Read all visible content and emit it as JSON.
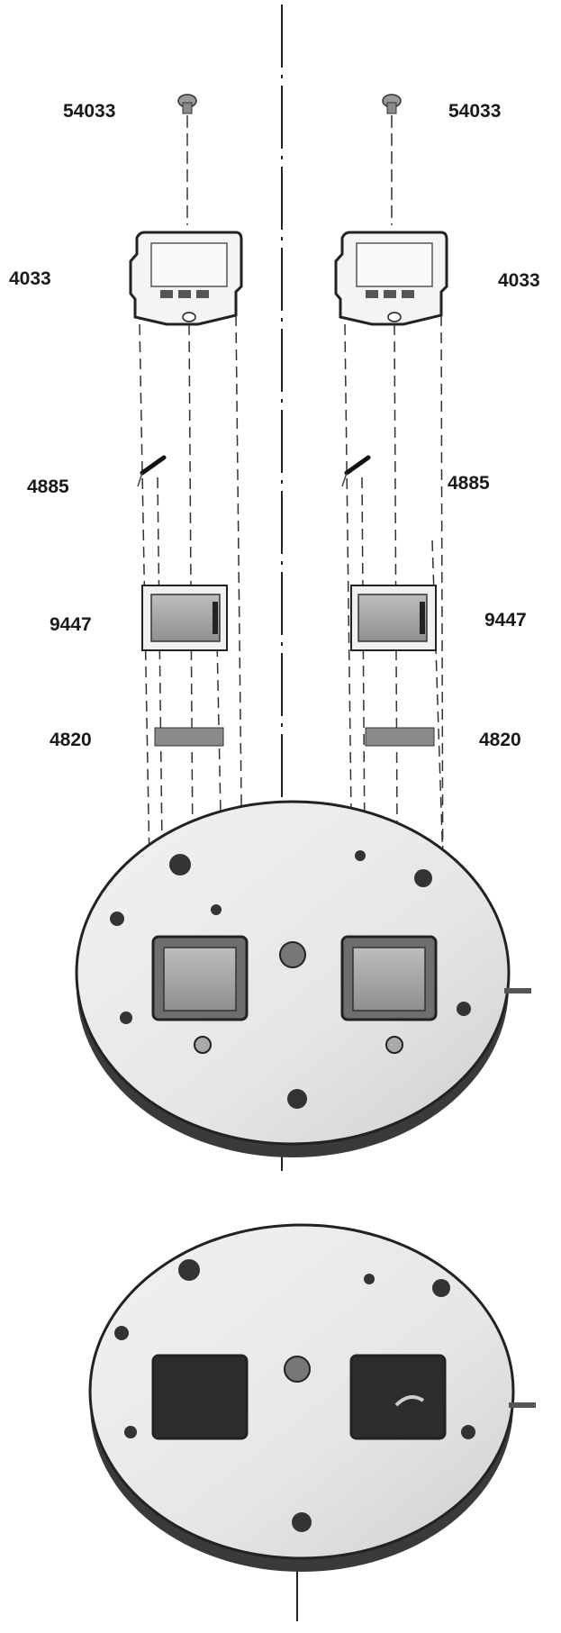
{
  "labels": {
    "screw_left": "54033",
    "screw_right": "54033",
    "bridge_left": "4033",
    "bridge_right": "4033",
    "spring_left": "4885",
    "spring_right": "4885",
    "cell_left": "9447",
    "cell_right": "9447",
    "insulator_left": "4820",
    "insulator_right": "4820"
  }
}
